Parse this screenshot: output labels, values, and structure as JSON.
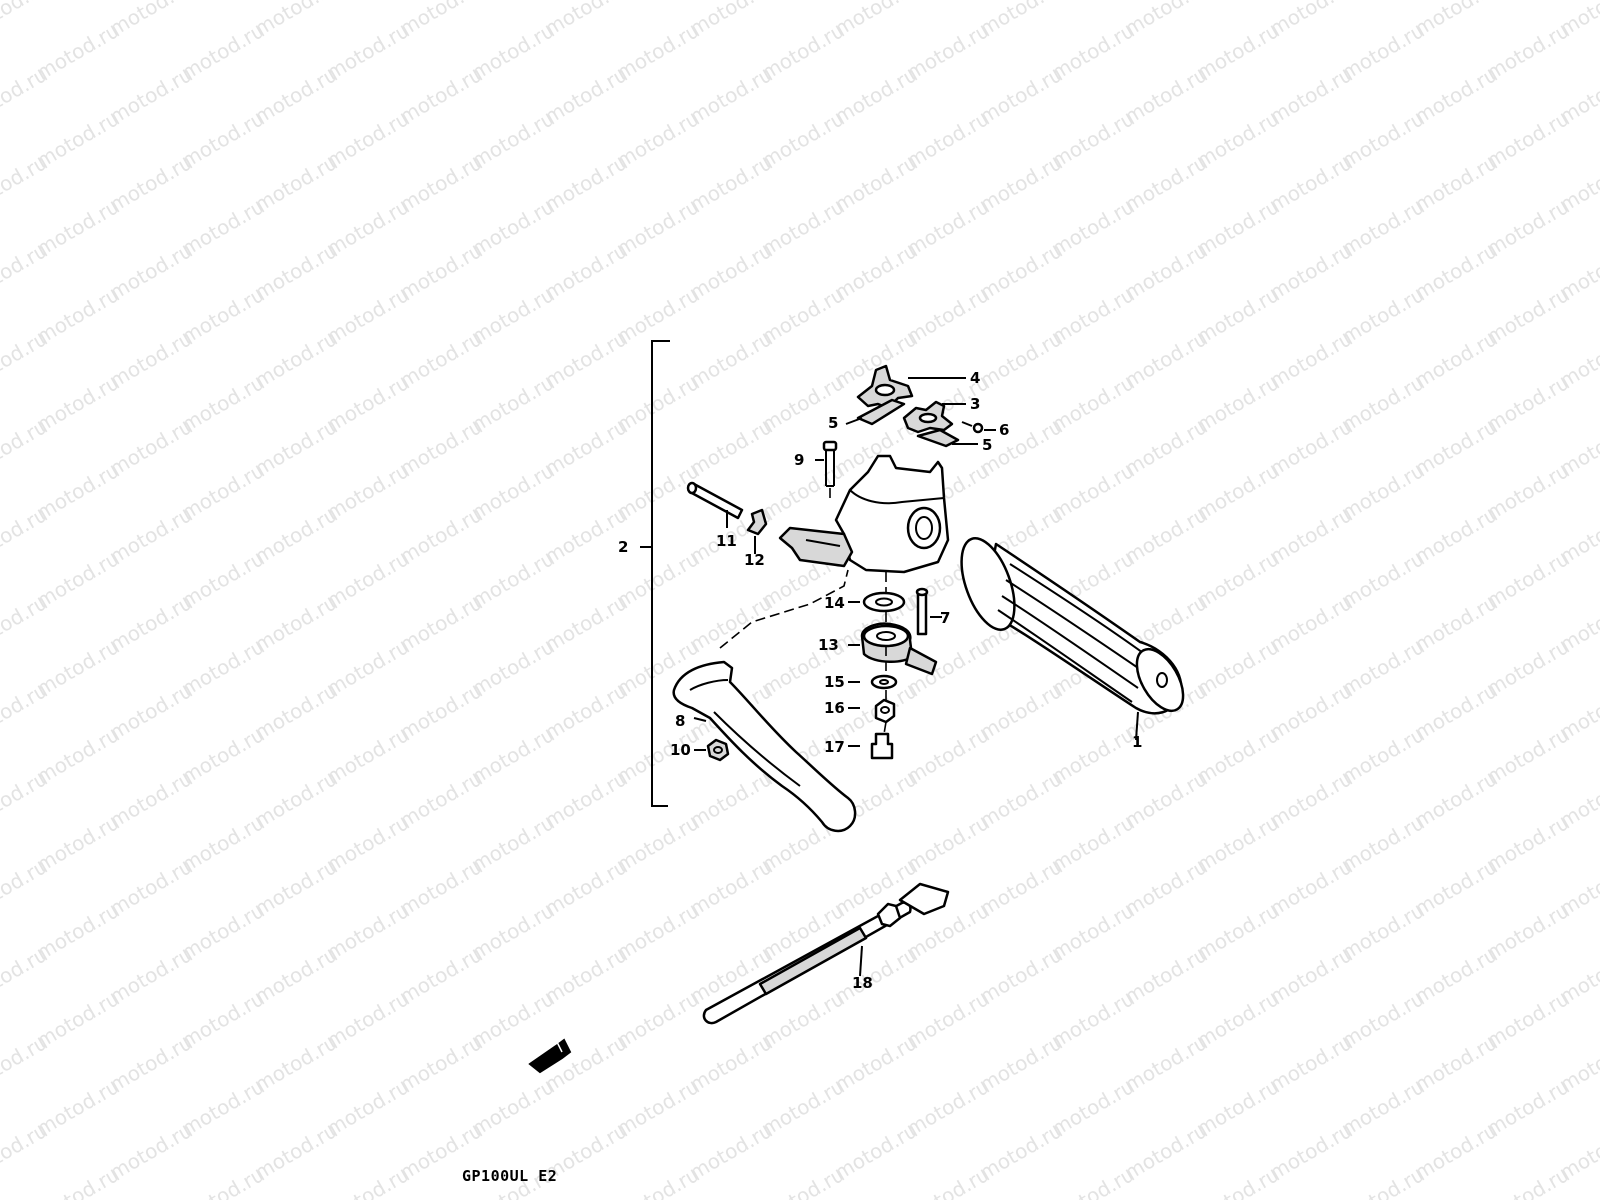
{
  "watermark": {
    "text": "motod.ru",
    "color": "#e3e3e3"
  },
  "diagram": {
    "model_code": "GP100UL E2",
    "callouts": [
      {
        "id": "1",
        "label": "1"
      },
      {
        "id": "2",
        "label": "2"
      },
      {
        "id": "3",
        "label": "3"
      },
      {
        "id": "4",
        "label": "4"
      },
      {
        "id": "5a",
        "label": "5"
      },
      {
        "id": "5b",
        "label": "5"
      },
      {
        "id": "6",
        "label": "6"
      },
      {
        "id": "7",
        "label": "7"
      },
      {
        "id": "8",
        "label": "8"
      },
      {
        "id": "9",
        "label": "9"
      },
      {
        "id": "10",
        "label": "10"
      },
      {
        "id": "11",
        "label": "11"
      },
      {
        "id": "12",
        "label": "12"
      },
      {
        "id": "13",
        "label": "13"
      },
      {
        "id": "14",
        "label": "14"
      },
      {
        "id": "15",
        "label": "15"
      },
      {
        "id": "16",
        "label": "16"
      },
      {
        "id": "17",
        "label": "17"
      },
      {
        "id": "18",
        "label": "18"
      }
    ],
    "front_arrow_icon": "front-direction-arrow-icon"
  }
}
